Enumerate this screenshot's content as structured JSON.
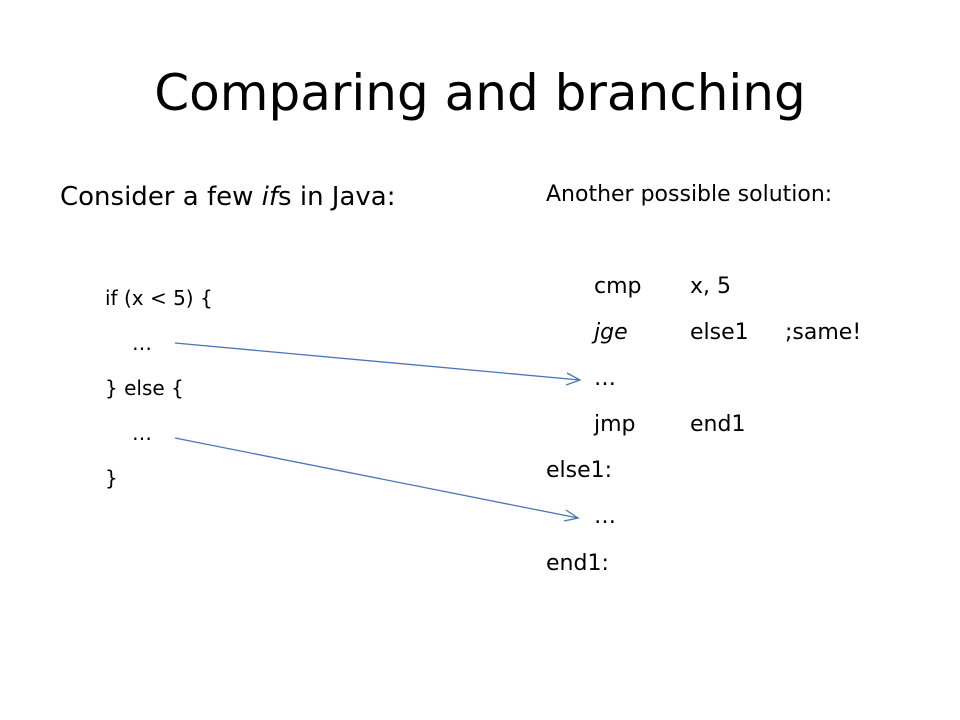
{
  "slide": {
    "title": "Comparing and branching",
    "left": {
      "intro_before": "Consider a few ",
      "intro_italic": "if",
      "intro_after": "s in Java:",
      "code": [
        "if (x < 5) {",
        "…",
        "} else {",
        "…",
        "}"
      ]
    },
    "right": {
      "heading": "Another possible solution:",
      "rows": [
        {
          "op": "cmp",
          "arg": "x, 5",
          "comment": ""
        },
        {
          "op": "jge",
          "arg": "else1",
          "comment": ";same!"
        },
        {
          "op": "…",
          "arg": "",
          "comment": ""
        },
        {
          "op": "jmp",
          "arg": "end1",
          "comment": ""
        },
        {
          "label": "else1:"
        },
        {
          "op": "…",
          "arg": "",
          "comment": ""
        },
        {
          "label": "end1:"
        }
      ]
    },
    "arrow_color": "#4a76b8"
  }
}
